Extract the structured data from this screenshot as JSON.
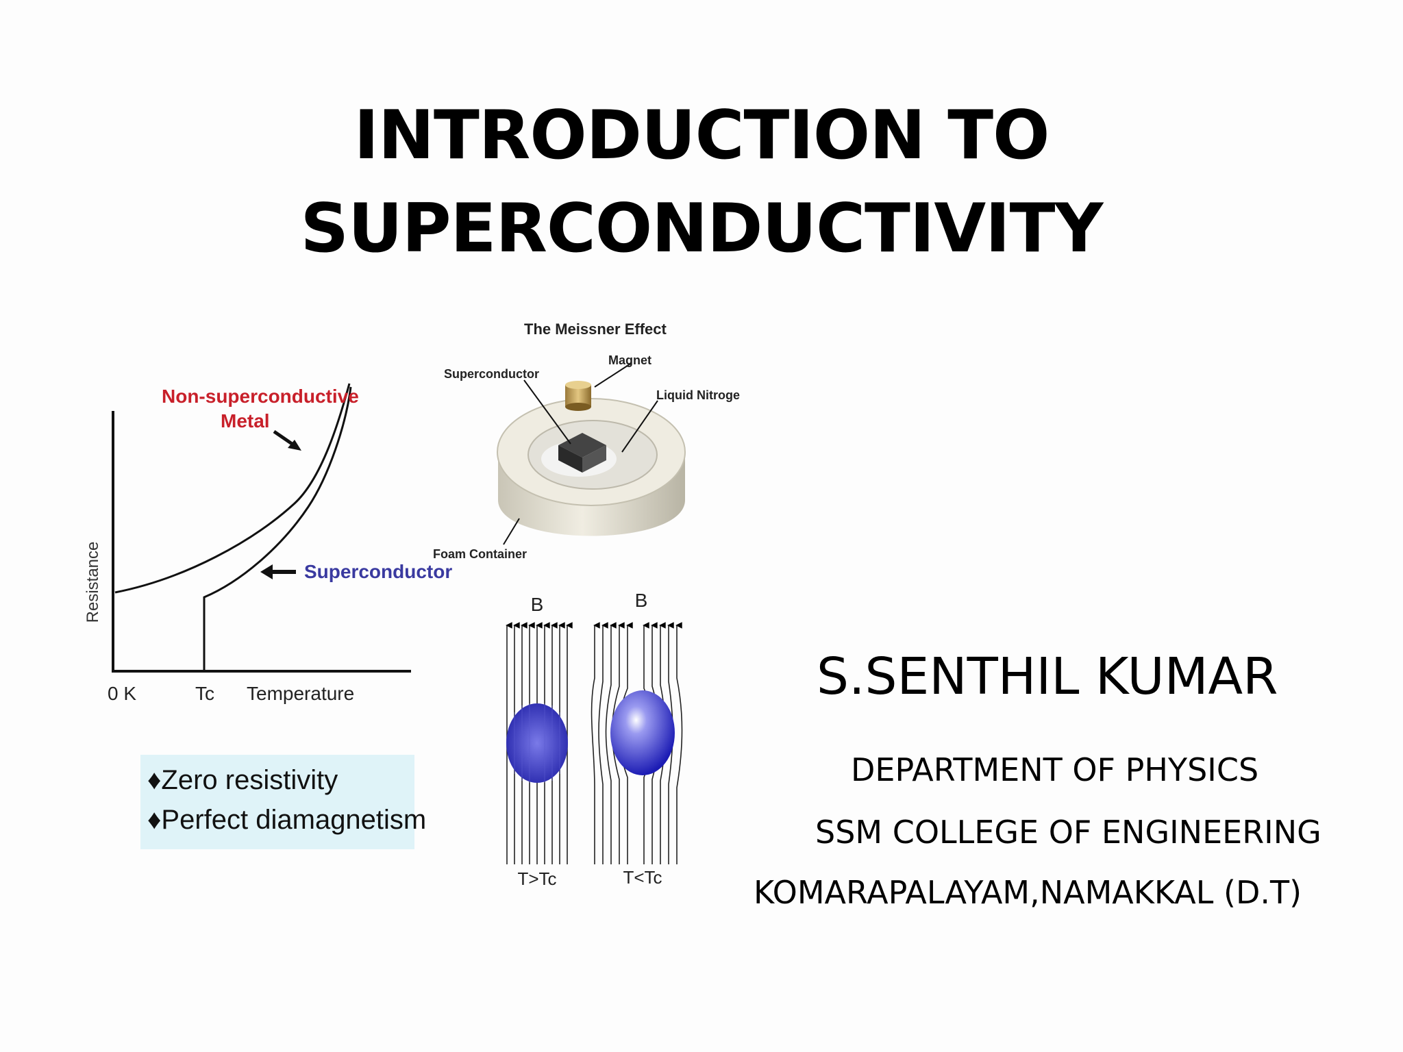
{
  "slide": {
    "title_line1": "INTRODUCTION TO",
    "title_line2": "SUPERCONDUCTIVITY",
    "author": "S.SENTHIL KUMAR",
    "department": "DEPARTMENT OF PHYSICS",
    "college": "SSM COLLEGE OF ENGINEERING",
    "address": "KOMARAPALAYAM,NAMAKKAL (D.T)"
  },
  "resistance_graph": {
    "ylabel": "Resistance",
    "xlabel": "Temperature",
    "tick_zero": "0 K",
    "tick_tc": "Tc",
    "metal_label_line1": "Non-superconductive",
    "metal_label_line2": "Metal",
    "superconductor_label": "Superconductor",
    "colors": {
      "metal_label": "#c8202a",
      "superconductor_label": "#3a3aa0"
    }
  },
  "properties_box": {
    "items": [
      "♦Zero resistivity",
      "♦Perfect diamagnetism"
    ],
    "background": "#dff3f8"
  },
  "meissner_diagram": {
    "title": "The Meissner Effect",
    "label_superconductor": "Superconductor",
    "label_magnet": "Magnet",
    "label_nitrogen": "Liquid Nitroge",
    "label_container": "Foam Container"
  },
  "field_diagram": {
    "left_field_label": "B",
    "right_field_label": "B",
    "left_caption": "T>Tc",
    "right_caption": "T<Tc"
  }
}
